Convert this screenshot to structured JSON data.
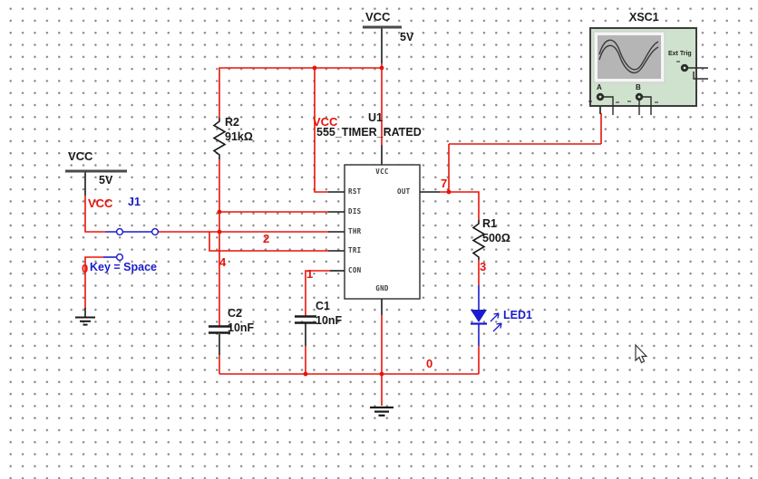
{
  "colors": {
    "wire_red": "#e81309",
    "component_blue": "#1a1acc",
    "scope_body": "#cfe2cd",
    "scope_screen": "#b5b5b5"
  },
  "components": {
    "vcc_top": {
      "label": "VCC",
      "value": "5V"
    },
    "vcc_left": {
      "label": "VCC",
      "value": "5V"
    },
    "r2": {
      "ref": "R2",
      "value": "91kΩ"
    },
    "r1": {
      "ref": "R1",
      "value": "500Ω"
    },
    "c2": {
      "ref": "C2",
      "value": "10nF"
    },
    "c1": {
      "ref": "C1",
      "value": "10nF"
    },
    "u1": {
      "ref": "U1",
      "part": "555_TIMER_RATED",
      "pins": {
        "vcc": "VCC",
        "gnd": "GND",
        "rst": "RST",
        "dis": "DIS",
        "thr": "THR",
        "tri": "TRI",
        "con": "CON",
        "out": "OUT"
      }
    },
    "j1": {
      "ref": "J1",
      "key": "Key = Space"
    },
    "led1": {
      "ref": "LED1"
    },
    "xsc1": {
      "ref": "XSC1",
      "labels": {
        "ext_trig": "Ext Trig",
        "a": "A",
        "b": "B"
      }
    }
  },
  "nets": {
    "vcc_rst": "VCC",
    "vcc_switch": "VCC",
    "n7": "7",
    "n2": "2",
    "n4": "4",
    "n1": "1",
    "n3": "3",
    "n0_bottom": "0",
    "n0_switch": "0"
  }
}
